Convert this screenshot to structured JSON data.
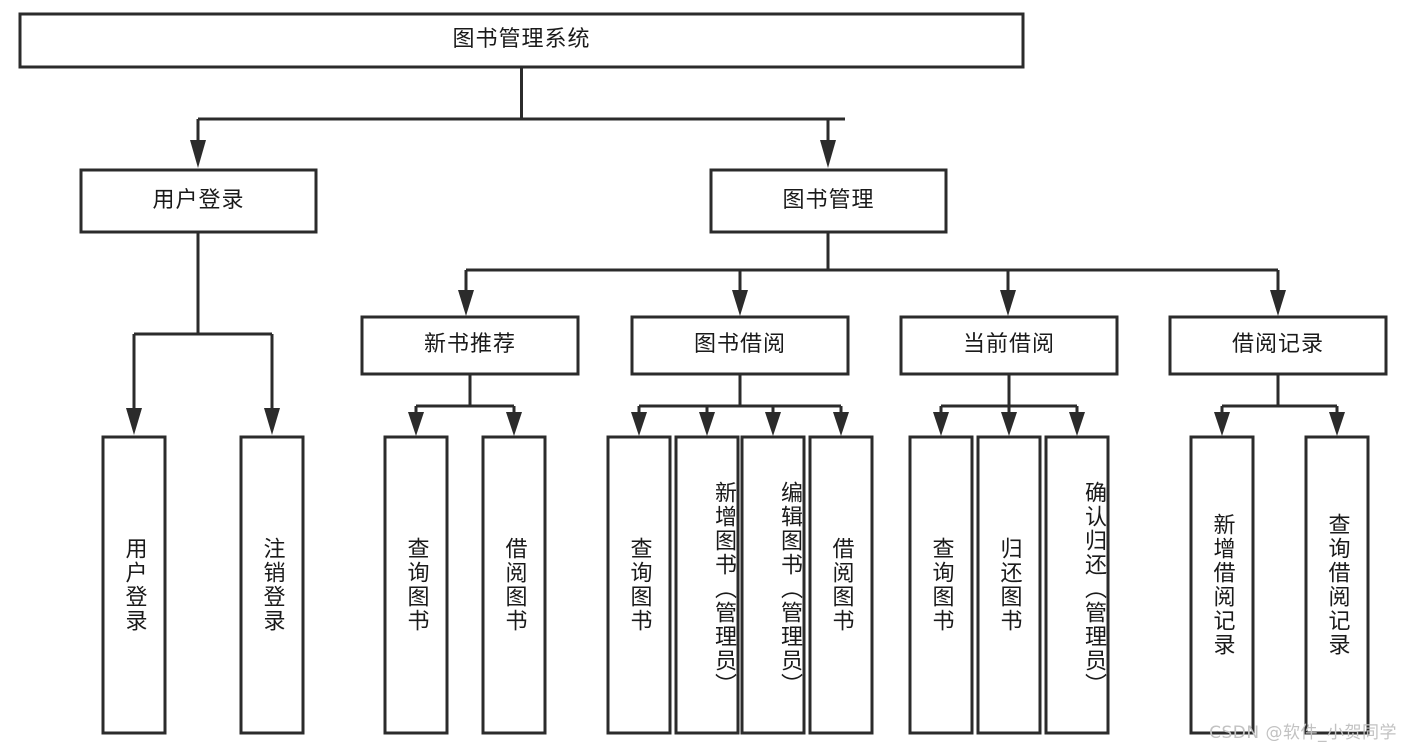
{
  "diagram": {
    "type": "tree-hierarchy",
    "title": "图书管理系统",
    "watermark": "CSDN @软件_小贺同学",
    "colors": {
      "stroke": "#2b2b2b",
      "fill": "#ffffff",
      "text": "#1a1a1a",
      "watermark": "#c2c2c2",
      "background": "#ffffff"
    },
    "levels": [
      {
        "level": 1,
        "nodes": [
          {
            "id": "root",
            "label": "图书管理系统",
            "orientation": "horizontal"
          }
        ]
      },
      {
        "level": 2,
        "nodes": [
          {
            "id": "user-login",
            "label": "用户登录",
            "orientation": "horizontal",
            "parent": "root"
          },
          {
            "id": "book-manage",
            "label": "图书管理",
            "orientation": "horizontal",
            "parent": "root"
          }
        ]
      },
      {
        "level": 3,
        "nodes": [
          {
            "id": "new-book-recommend",
            "label": "新书推荐",
            "orientation": "horizontal",
            "parent": "book-manage"
          },
          {
            "id": "book-borrow",
            "label": "图书借阅",
            "orientation": "horizontal",
            "parent": "book-manage"
          },
          {
            "id": "current-borrow",
            "label": "当前借阅",
            "orientation": "horizontal",
            "parent": "book-manage"
          },
          {
            "id": "borrow-record",
            "label": "借阅记录",
            "orientation": "horizontal",
            "parent": "book-manage"
          }
        ]
      },
      {
        "level": 4,
        "nodes": [
          {
            "id": "leaf-user-login",
            "label": "用户登录",
            "orientation": "vertical",
            "parent": "user-login"
          },
          {
            "id": "leaf-logout-login",
            "label": "注销登录",
            "orientation": "vertical",
            "parent": "user-login"
          },
          {
            "id": "leaf-query-book-1",
            "label": "查询图书",
            "orientation": "vertical",
            "parent": "new-book-recommend"
          },
          {
            "id": "leaf-borrow-book-1",
            "label": "借阅图书",
            "orientation": "vertical",
            "parent": "new-book-recommend"
          },
          {
            "id": "leaf-query-book-2",
            "label": "查询图书",
            "orientation": "vertical",
            "parent": "book-borrow"
          },
          {
            "id": "leaf-add-book",
            "label": "新增图书（管理员）",
            "orientation": "vertical",
            "parent": "book-borrow"
          },
          {
            "id": "leaf-edit-book",
            "label": "编辑图书（管理员）",
            "orientation": "vertical",
            "parent": "book-borrow"
          },
          {
            "id": "leaf-borrow-book-2",
            "label": "借阅图书",
            "orientation": "vertical",
            "parent": "book-borrow"
          },
          {
            "id": "leaf-query-book-3",
            "label": "查询图书",
            "orientation": "vertical",
            "parent": "current-borrow"
          },
          {
            "id": "leaf-return-book",
            "label": "归还图书",
            "orientation": "vertical",
            "parent": "current-borrow"
          },
          {
            "id": "leaf-confirm-return",
            "label": "确认归还（管理员）",
            "orientation": "vertical",
            "parent": "current-borrow"
          },
          {
            "id": "leaf-add-record",
            "label": "新增借阅记录",
            "orientation": "vertical",
            "parent": "borrow-record"
          },
          {
            "id": "leaf-query-record",
            "label": "查询借阅记录",
            "orientation": "vertical",
            "parent": "borrow-record"
          }
        ]
      }
    ]
  }
}
